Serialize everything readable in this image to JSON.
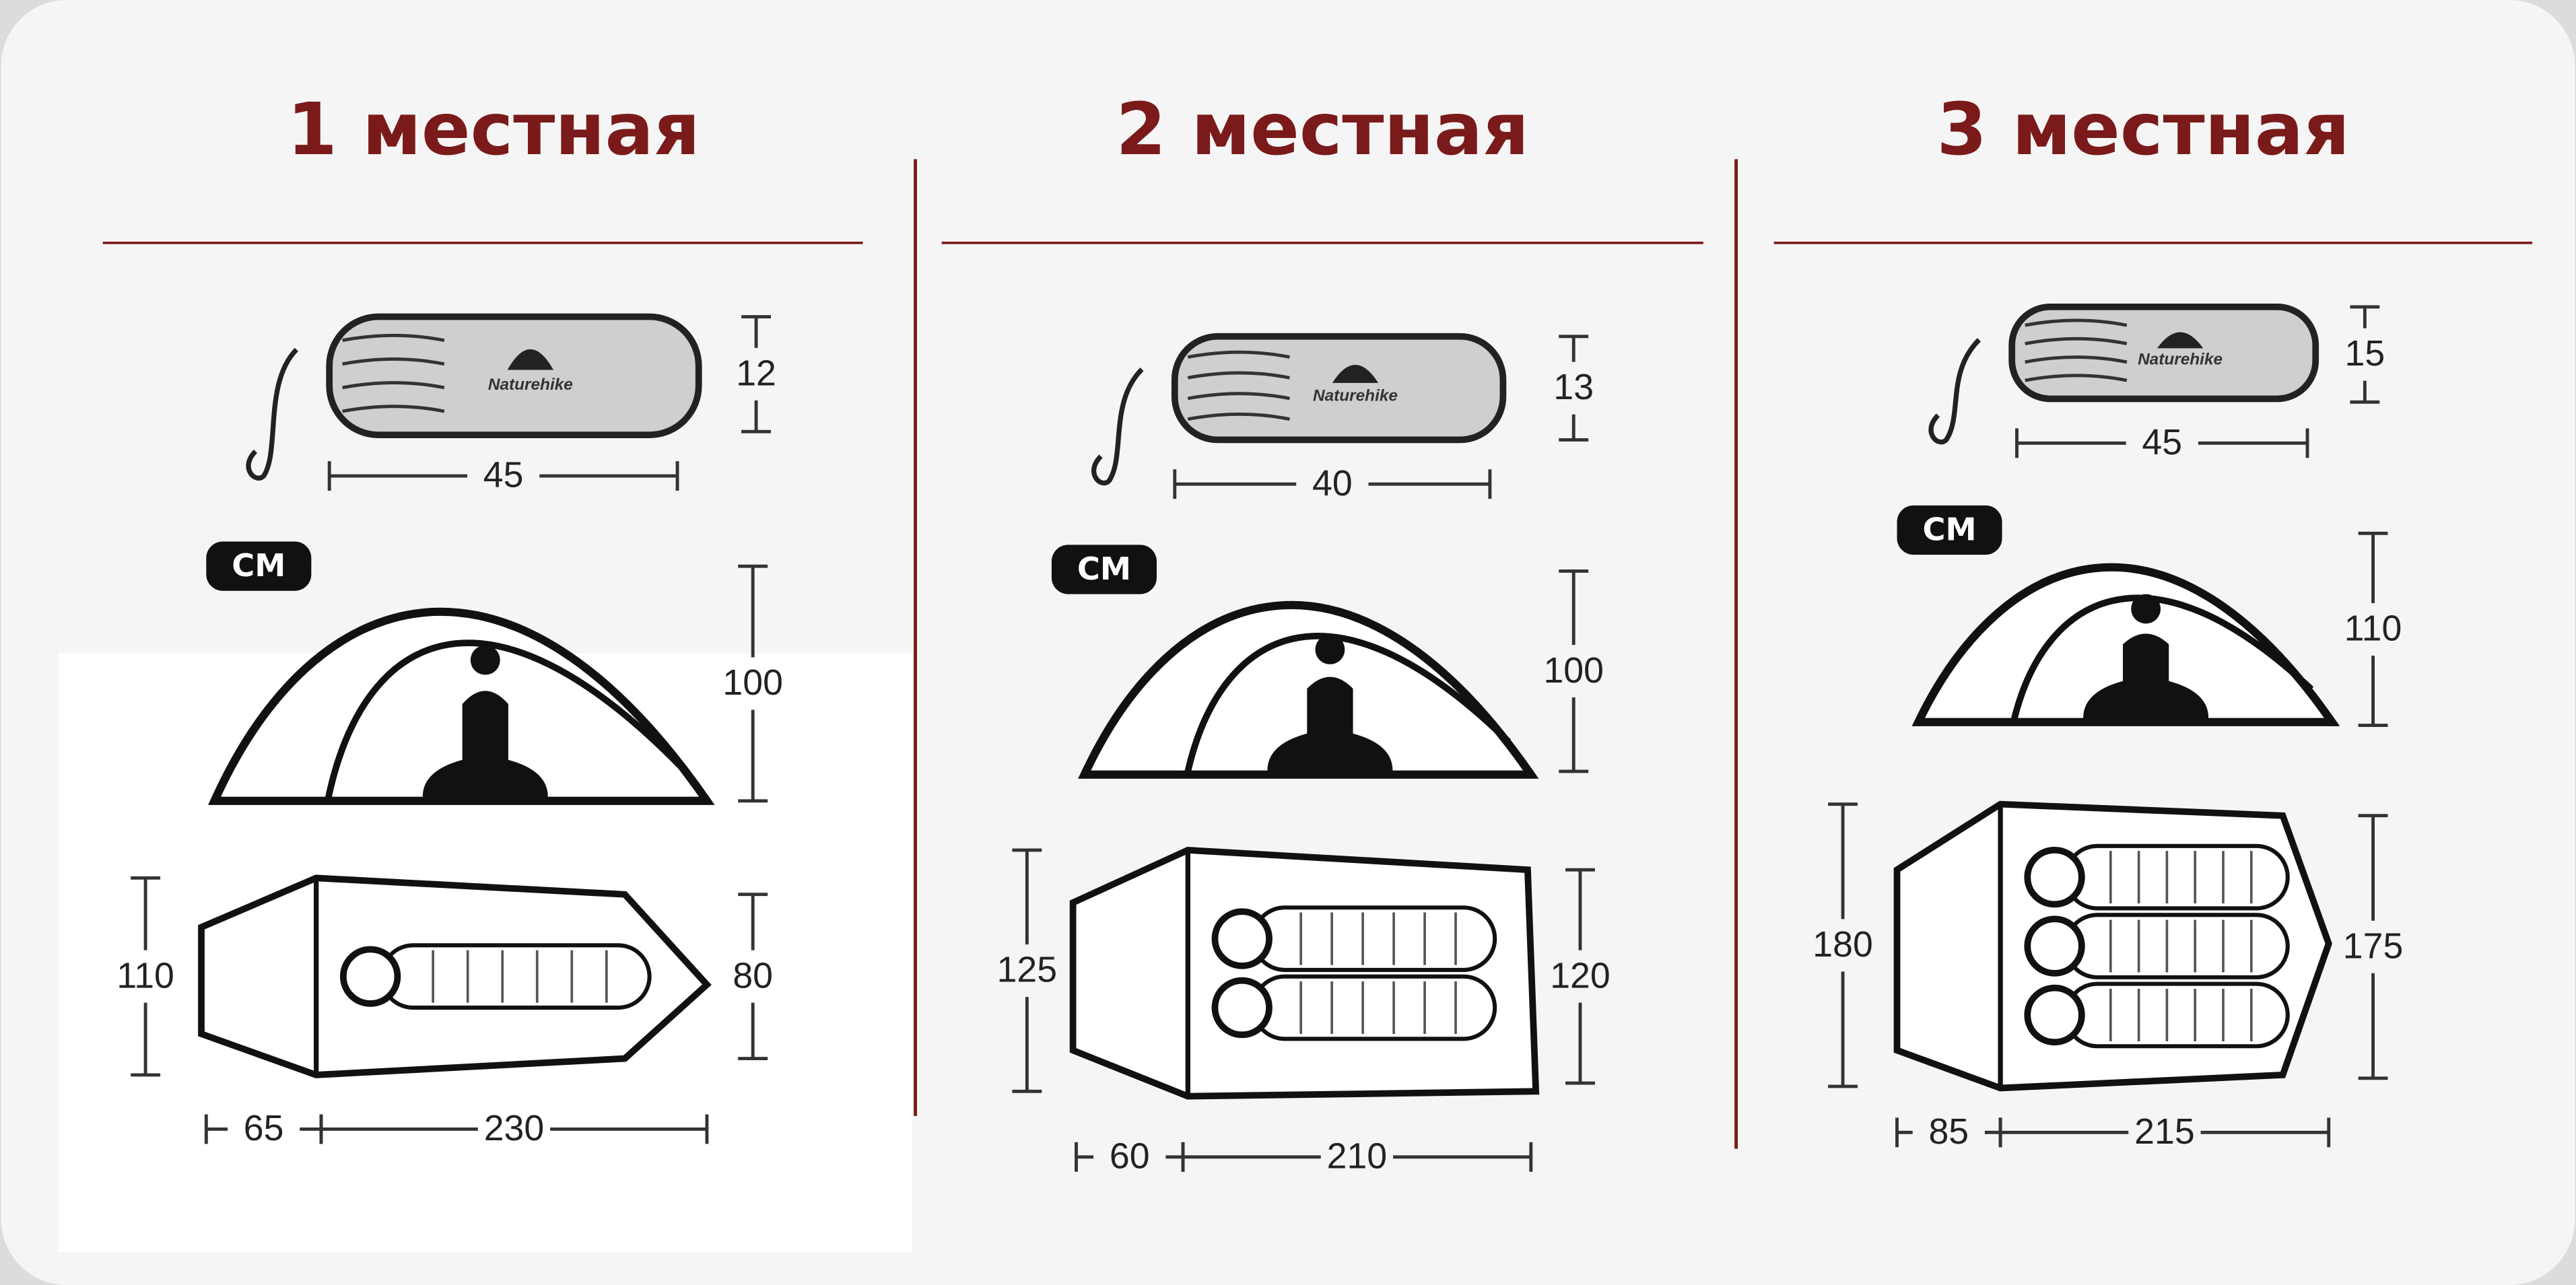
{
  "panels": [
    {
      "title": "1 местная",
      "unit": "CM",
      "logo": "Naturehike",
      "bag": {
        "length": "45",
        "diameter": "12"
      },
      "tent_height": "100",
      "floor": {
        "width_head": "110",
        "width_foot": "80",
        "vestibule": "65",
        "length": "230"
      }
    },
    {
      "title": "2 местная",
      "unit": "CM",
      "logo": "Naturehike",
      "bag": {
        "length": "40",
        "diameter": "13"
      },
      "tent_height": "100",
      "floor": {
        "width_head": "125",
        "width_foot": "120",
        "vestibule": "60",
        "length": "210"
      }
    },
    {
      "title": "3 местная",
      "unit": "CM",
      "logo": "Naturehike",
      "bag": {
        "length": "45",
        "diameter": "15"
      },
      "tent_height": "110",
      "floor": {
        "width_head": "180",
        "width_foot": "175",
        "vestibule": "85",
        "length": "215"
      }
    }
  ],
  "colors": {
    "title": "#7a1a1a",
    "divider": "#7a1a1a",
    "background": "#f5f5f5"
  }
}
